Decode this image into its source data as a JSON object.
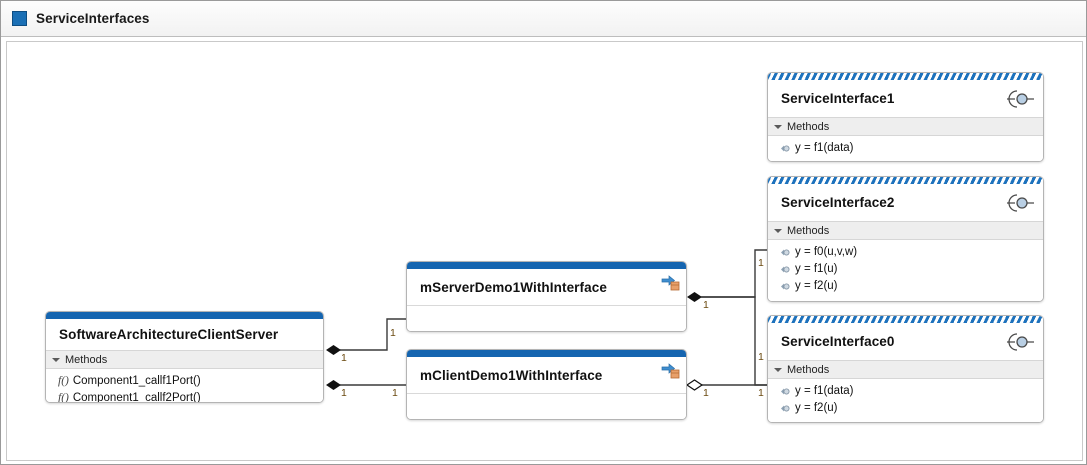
{
  "window": {
    "title": "ServiceInterfaces",
    "icon": "blue-square-icon"
  },
  "labels": {
    "methods_section": "Methods"
  },
  "colors": {
    "accent": "#1565b0",
    "hatch": "#1d72bd",
    "multiplicity": "#6b4a10",
    "section_bg": "#eeeeee",
    "canvas_bg": "#ffffff"
  },
  "blocks": {
    "client_server": {
      "name": "SoftwareArchitectureClientServer",
      "section": "Methods",
      "methods": [
        "Component1_callf1Port()",
        "Component1_callf2Port()"
      ]
    },
    "server_demo": {
      "name": "mServerDemo1WithInterface",
      "badge": "model-reference-icon"
    },
    "client_demo": {
      "name": "mClientDemo1WithInterface",
      "badge": "model-reference-icon"
    },
    "interface1": {
      "name": "ServiceInterface1",
      "section": "Methods",
      "methods": [
        "y = f1(data)"
      ]
    },
    "interface2": {
      "name": "ServiceInterface2",
      "section": "Methods",
      "methods": [
        "y = f0(u,v,w)",
        "y = f1(u)",
        "y = f2(u)"
      ]
    },
    "interface0": {
      "name": "ServiceInterface0",
      "section": "Methods",
      "methods": [
        "y = f1(data)",
        "y = f2(u)"
      ]
    }
  },
  "connections": [
    {
      "from": "client_server",
      "to": "server_demo",
      "end": "composition-filled-diamond",
      "source_mult": "1",
      "target_mult": "1"
    },
    {
      "from": "client_server",
      "to": "client_demo",
      "end": "composition-filled-diamond",
      "source_mult": "1",
      "target_mult": "1"
    },
    {
      "from": "server_demo",
      "to": "interface2",
      "end": "composition-filled-diamond",
      "source_mult": "1",
      "target_mult": "1"
    },
    {
      "from": "server_demo",
      "to": "interface0",
      "end": "composition-filled-diamond",
      "source_mult": "1",
      "target_mult": "1"
    },
    {
      "from": "client_demo",
      "to": "interface0",
      "end": "aggregation-hollow-diamond",
      "source_mult": "1",
      "target_mult": "1"
    }
  ],
  "multiplicities": {
    "m1": "1",
    "m2": "1",
    "m3": "1",
    "m4": "1",
    "m5": "1",
    "m6": "1",
    "m7": "1",
    "m8": "1",
    "m9": "1",
    "m10": "1"
  }
}
